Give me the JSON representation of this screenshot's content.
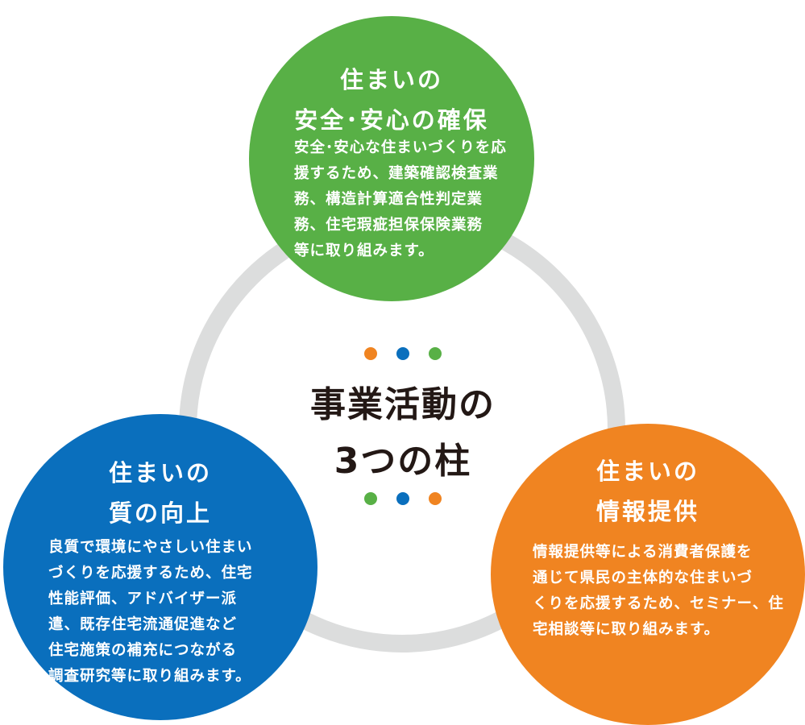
{
  "colors": {
    "green": "#58b046",
    "blue": "#0a6fbd",
    "orange": "#f08421",
    "ring": "#dcdddd",
    "center_text": "#231815"
  },
  "center": {
    "title_lines": [
      "事業活動の",
      "3つの柱"
    ],
    "dots_top": [
      "orange",
      "blue",
      "green"
    ],
    "dots_bottom": [
      "green",
      "blue",
      "orange"
    ]
  },
  "pillars": {
    "green": {
      "title_lines": [
        "住まいの",
        "安全･安心の確保"
      ],
      "body_lines": [
        "安全･安心な住まいづくりを応",
        "援するため、建築確認検査業",
        "務、構造計算適合性判定業",
        "務、住宅瑕疵担保保険業務",
        "等に取り組みます。"
      ]
    },
    "blue": {
      "title_lines": [
        "住まいの",
        "質の向上"
      ],
      "body_lines": [
        "良質で環境にやさしい住まい",
        "づくりを応援するため、住宅",
        "性能評価、アドバイザー派",
        "遣、既存住宅流通促進など",
        "住宅施策の補充につながる",
        "調査研究等に取り組みます。"
      ]
    },
    "orange": {
      "title_lines": [
        "住まいの",
        "情報提供"
      ],
      "body_lines": [
        "情報提供等による消費者保護を",
        "通じて県民の主体的な住まいづ",
        "くりを応援するため、セミナー、住",
        "宅相談等に取り組みます。"
      ]
    }
  }
}
